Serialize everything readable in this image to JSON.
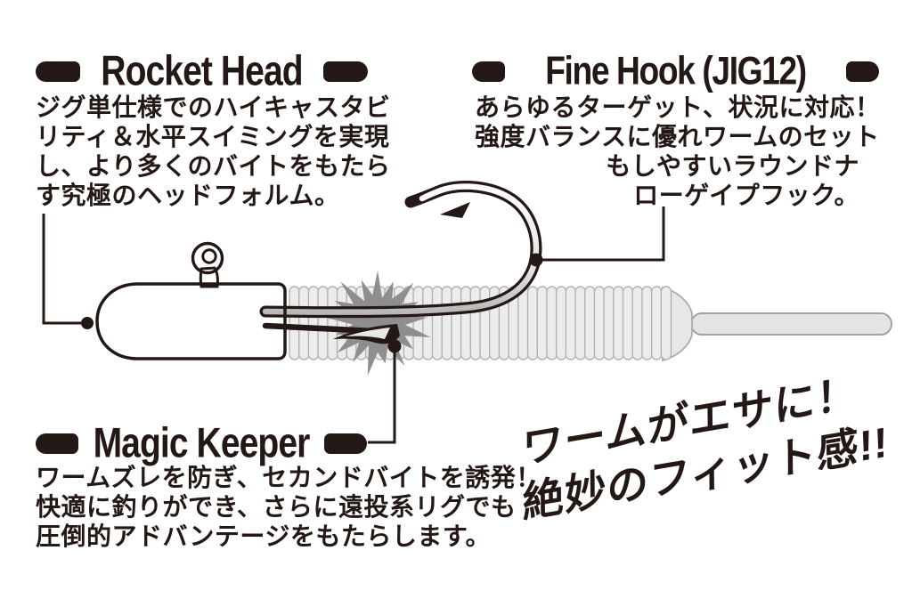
{
  "sections": {
    "rocket_head": {
      "title": "Rocket Head",
      "lines": [
        "ジグ単仕様でのハイキャスタビ",
        "リティ＆水平スイミングを実現",
        "し、より多くのバイトをもたら",
        "す究極のヘッドフォルム。"
      ]
    },
    "fine_hook": {
      "title": "Fine Hook (JIG12)",
      "lines": [
        "あらゆるターゲット、状況に対応！",
        "強度バランスに優れワームのセット",
        "もしやすいラウンドナ",
        "ローゲイプフック。"
      ]
    },
    "magic_keeper": {
      "title": "Magic Keeper",
      "lines": [
        "ワームズレを防ぎ、セカンドバイトを誘発！",
        "快適に釣りができ、さらに遠投系リグでも",
        "圧倒的アドバンテージをもたらします。"
      ]
    }
  },
  "slogan": {
    "lines": [
      "ワームがエサに！",
      "絶妙のフィット感!!"
    ]
  },
  "colors": {
    "ink": "#231815",
    "star": "#8e8e8e",
    "worm_fill": "#ececec",
    "worm_stroke": "#b2b2b2",
    "tail_fill": "#e4e4e4",
    "tail_stroke": "#a2a2a2"
  }
}
